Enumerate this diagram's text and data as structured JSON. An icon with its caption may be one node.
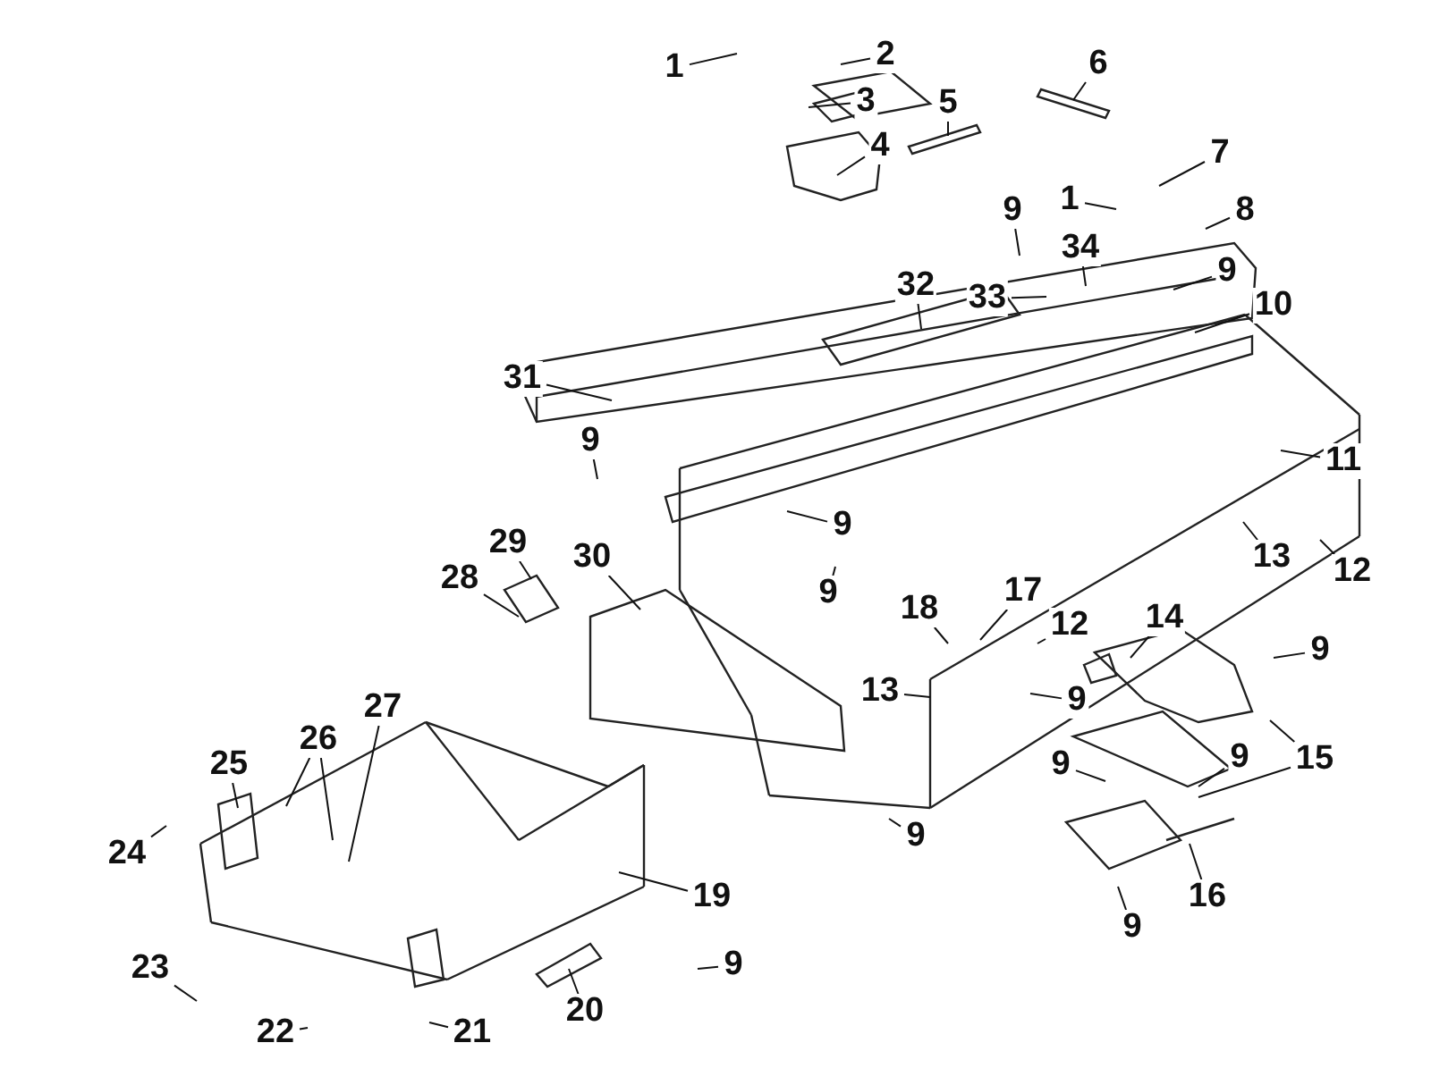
{
  "diagram": {
    "nodes": [
      {
        "text": [
          "1"
        ]
      },
      {
        "text": [
          "2"
        ]
      },
      {
        "text": [
          "3"
        ]
      },
      {
        "text": [
          "4"
        ]
      },
      {
        "text": [
          "5"
        ]
      },
      {
        "text": [
          "6"
        ]
      },
      {
        "text": [
          "7"
        ]
      },
      {
        "text": [
          "8"
        ]
      },
      {
        "text": [
          "1"
        ]
      },
      {
        "text": [
          "9"
        ]
      },
      {
        "text": [
          "34"
        ]
      },
      {
        "text": [
          "33"
        ]
      },
      {
        "text": [
          "32"
        ]
      },
      {
        "text": [
          "9"
        ]
      },
      {
        "text": [
          "10"
        ]
      },
      {
        "text": [
          "31"
        ]
      },
      {
        "text": [
          "9"
        ]
      },
      {
        "text": [
          "11"
        ]
      },
      {
        "text": [
          "9"
        ]
      },
      {
        "text": [
          "13"
        ]
      },
      {
        "text": [
          "12"
        ]
      },
      {
        "text": [
          "29"
        ]
      },
      {
        "text": [
          "9"
        ]
      },
      {
        "text": [
          "28"
        ]
      },
      {
        "text": [
          "30"
        ]
      },
      {
        "text": [
          "18"
        ]
      },
      {
        "text": [
          "17"
        ]
      },
      {
        "text": [
          "12"
        ]
      },
      {
        "text": [
          "14"
        ]
      },
      {
        "text": [
          "9"
        ]
      },
      {
        "text": [
          "13"
        ]
      },
      {
        "text": [
          "9"
        ]
      },
      {
        "text": [
          "15"
        ]
      },
      {
        "text": [
          "9"
        ]
      },
      {
        "text": [
          "9"
        ]
      },
      {
        "text": [
          "27"
        ]
      },
      {
        "text": [
          "26"
        ]
      },
      {
        "text": [
          "25"
        ]
      },
      {
        "text": [
          "9"
        ]
      },
      {
        "text": [
          "24"
        ]
      },
      {
        "text": [
          "16"
        ]
      },
      {
        "text": [
          "19"
        ]
      },
      {
        "text": [
          "9"
        ]
      },
      {
        "text": [
          "9"
        ]
      },
      {
        "text": [
          "23"
        ]
      },
      {
        "text": [
          "20"
        ]
      },
      {
        "text": [
          "22"
        ]
      },
      {
        "text": [
          "21"
        ]
      }
    ],
    "edges": [
      {
        "from": 0,
        "to": null,
        "arrow": "none"
      },
      {
        "from": 1,
        "to": null,
        "arrow": "none"
      },
      {
        "from": 2,
        "to": null,
        "arrow": "none"
      },
      {
        "from": 3,
        "to": null,
        "arrow": "none"
      },
      {
        "from": 4,
        "to": null,
        "arrow": "none"
      },
      {
        "from": 5,
        "to": null,
        "arrow": "none"
      },
      {
        "from": 6,
        "to": null,
        "arrow": "none"
      },
      {
        "from": 7,
        "to": null,
        "arrow": "none"
      },
      {
        "from": 8,
        "to": null,
        "arrow": "none"
      },
      {
        "from": 9,
        "to": null,
        "arrow": "none"
      },
      {
        "from": 10,
        "to": null,
        "arrow": "none"
      },
      {
        "from": 11,
        "to": null,
        "arrow": "none"
      },
      {
        "from": 12,
        "to": null,
        "arrow": "none"
      },
      {
        "from": 13,
        "to": null,
        "arrow": "none"
      },
      {
        "from": 14,
        "to": null,
        "arrow": "none"
      },
      {
        "from": 15,
        "to": null,
        "arrow": "none"
      },
      {
        "from": 16,
        "to": null,
        "arrow": "none"
      },
      {
        "from": 17,
        "to": null,
        "arrow": "none"
      },
      {
        "from": 18,
        "to": null,
        "arrow": "none"
      },
      {
        "from": 19,
        "to": null,
        "arrow": "none"
      },
      {
        "from": 20,
        "to": null,
        "arrow": "none"
      },
      {
        "from": 21,
        "to": null,
        "arrow": "none"
      },
      {
        "from": 22,
        "to": null,
        "arrow": "none"
      },
      {
        "from": 23,
        "to": null,
        "arrow": "none"
      },
      {
        "from": 24,
        "to": null,
        "arrow": "none"
      },
      {
        "from": 25,
        "to": null,
        "arrow": "none"
      },
      {
        "from": 26,
        "to": null,
        "arrow": "none"
      },
      {
        "from": 27,
        "to": null,
        "arrow": "none"
      },
      {
        "from": 28,
        "to": null,
        "arrow": "none"
      },
      {
        "from": 29,
        "to": null,
        "arrow": "none"
      },
      {
        "from": 30,
        "to": null,
        "arrow": "none"
      },
      {
        "from": 31,
        "to": null,
        "arrow": "none"
      },
      {
        "from": 32,
        "to": null,
        "arrow": "none"
      },
      {
        "from": 32,
        "to": null,
        "arrow": "none"
      },
      {
        "from": 33,
        "to": null,
        "arrow": "none"
      },
      {
        "from": 34,
        "to": null,
        "arrow": "none"
      },
      {
        "from": 35,
        "to": null,
        "arrow": "none"
      },
      {
        "from": 36,
        "to": null,
        "arrow": "none"
      },
      {
        "from": 36,
        "to": null,
        "arrow": "none"
      },
      {
        "from": 37,
        "to": null,
        "arrow": "none"
      },
      {
        "from": 38,
        "to": null,
        "arrow": "none"
      },
      {
        "from": 39,
        "to": null,
        "arrow": "none"
      },
      {
        "from": 40,
        "to": null,
        "arrow": "none"
      },
      {
        "from": 41,
        "to": null,
        "arrow": "none"
      },
      {
        "from": 42,
        "to": null,
        "arrow": "none"
      },
      {
        "from": 43,
        "to": null,
        "arrow": "none"
      },
      {
        "from": 44,
        "to": null,
        "arrow": "none"
      },
      {
        "from": 45,
        "to": null,
        "arrow": "none"
      },
      {
        "from": 46,
        "to": null,
        "arrow": "none"
      },
      {
        "from": 47,
        "to": null,
        "arrow": "none"
      }
    ]
  }
}
